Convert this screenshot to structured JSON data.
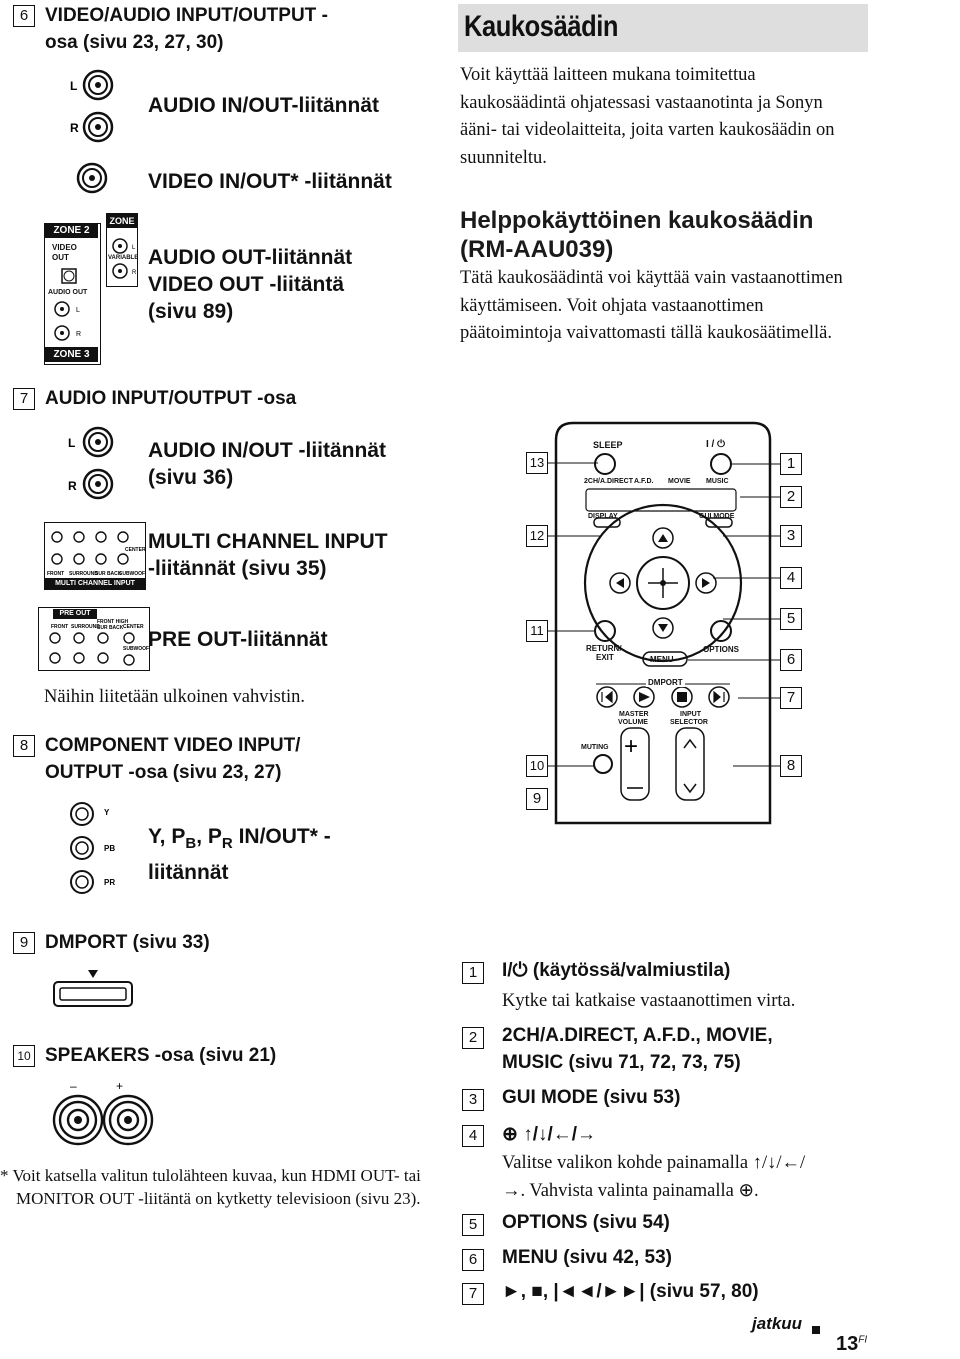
{
  "left": {
    "sec6": {
      "num": "6",
      "title_l1": "VIDEO/AUDIO INPUT/OUTPUT -",
      "title_l2": "osa (sivu 23, 27, 30)"
    },
    "audio_inout": "AUDIO IN/OUT-liitännät",
    "video_inout": "VIDEO IN/OUT* -liitännät",
    "zone_l1": "AUDIO OUT-liitännät",
    "zone_l2": "VIDEO OUT -liitäntä",
    "zone_l3": "(sivu 89)",
    "zone2_label": "ZONE 2",
    "zone2b_label": "ZONE 2",
    "zone3_label": "ZONE 3",
    "video_out_small": "VIDEO OUT",
    "audio_out_small": "AUDIO OUT",
    "variable_small": "VARIABLE",
    "sec7": {
      "num": "7",
      "title": "AUDIO INPUT/OUTPUT -osa"
    },
    "audio_inout36_l1": "AUDIO IN/OUT -liitännät",
    "audio_inout36_l2": "(sivu 36)",
    "multi_l1": "MULTI CHANNEL INPUT",
    "multi_l2": "-liitännät (sivu 35)",
    "multi_small": "MULTI CHANNEL INPUT",
    "preout": "PRE OUT-liitännät",
    "preout_small": "PRE OUT",
    "vahvistin": "Näihin liitetään ulkoinen vahvistin.",
    "sec8": {
      "num": "8",
      "title_l1": "COMPONENT VIDEO INPUT/",
      "title_l2": "OUTPUT -osa (sivu 23, 27)"
    },
    "ypbpr_l1": "Y, P",
    "ypbpr_sub_b": "B",
    "ypbpr_mid": ", P",
    "ypbpr_sub_r": "R",
    "ypbpr_end": " IN/OUT* -",
    "ypbpr_l2": "liitännät",
    "sec9": {
      "num": "9",
      "title": "DMPORT (sivu 33)"
    },
    "sec10": {
      "num": "10",
      "title": "SPEAKERS -osa (sivu 21)"
    },
    "footnote": "* Voit katsella valitun tulolähteen kuvaa, kun HDMI OUT- tai MONITOR OUT -liitäntä on kytketty televisioon (sivu 23)."
  },
  "right": {
    "kaukosaadin": "Kaukosäädin",
    "intro": "Voit käyttää laitteen mukana toimitettua kaukosäädintä ohjatessasi vastaanotinta ja Sonyn ääni- tai videolaitteita, joita varten kaukosäädin on suunniteltu.",
    "helppo_l1": "Helppokäyttöinen kaukosäädin",
    "helppo_l2": "(RM-AAU039)",
    "helppo_text": "Tätä kaukosäädintä voi käyttää vain vastaanottimen käyttämiseen. Voit ohjata vastaanottimen päätoimintoja vaivattomasti tällä kaukosäätimellä.",
    "remote": {
      "sleep": "SLEEP",
      "power": "I / ⏻",
      "direct": "2CH/A.DIRECT",
      "afd": "A.F.D.",
      "movie": "MOVIE",
      "music": "MUSIC",
      "display": "DISPLAY",
      "guimode": "GUI MODE",
      "return": "RETURN/",
      "exit": "EXIT",
      "menu": "MENU",
      "options": "OPTIONS",
      "dmport": "DMPORT",
      "master": "MASTER",
      "volume": "VOLUME",
      "input": "INPUT",
      "selector": "SELECTOR",
      "muting": "MUTING",
      "callouts_left": [
        "13",
        "12",
        "11",
        "10",
        "9"
      ],
      "callouts_right": [
        "1",
        "2",
        "3",
        "4",
        "5",
        "6",
        "7",
        "8"
      ]
    },
    "items": [
      {
        "num": "1",
        "label": "I/⏻ (käytössä/valmiustila)",
        "desc": "Kytke tai katkaise vastaanottimen virta."
      },
      {
        "num": "2",
        "label": "2CH/A.DIRECT, A.F.D., MOVIE,",
        "label2": "MUSIC (sivu 71, 72, 73, 75)"
      },
      {
        "num": "3",
        "label": "GUI MODE (sivu 53)"
      },
      {
        "num": "4",
        "label": "⊕ ↑/↓/←/→",
        "desc1": "Valitse valikon kohde painamalla ↑/↓/←/",
        "desc2": "→. Vahvista valinta painamalla ⊕."
      },
      {
        "num": "5",
        "label": "OPTIONS (sivu 54)"
      },
      {
        "num": "6",
        "label": "MENU (sivu 42, 53)"
      },
      {
        "num": "7",
        "label": "►, ■, |◄◄/►►| (sivu 57, 80)"
      }
    ],
    "jatkuu": "jatkuu",
    "page_num": "13",
    "page_suffix": "FI"
  }
}
